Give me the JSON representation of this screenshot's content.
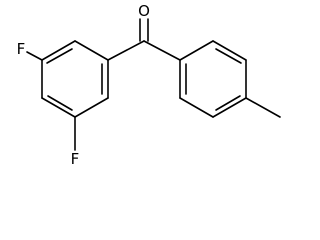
{
  "molecule": {
    "atoms": {
      "oxygen": "O",
      "fluorine_top": "F",
      "fluorine_bottom": "F"
    }
  }
}
